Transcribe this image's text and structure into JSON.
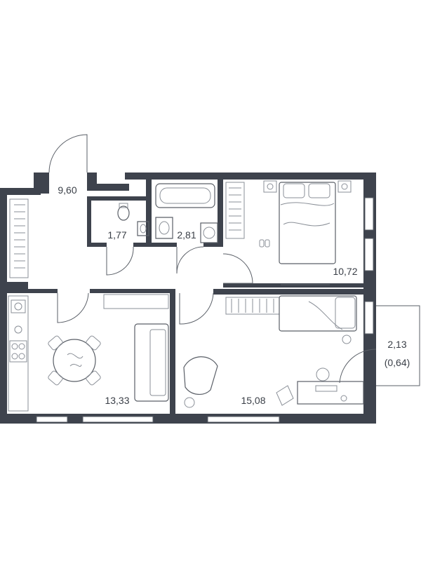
{
  "rooms": [
    {
      "id": "hall",
      "area": "9,60"
    },
    {
      "id": "wc",
      "area": "1,77"
    },
    {
      "id": "bathroom",
      "area": "2,81"
    },
    {
      "id": "bedroom",
      "area": "10,72"
    },
    {
      "id": "kitchen",
      "area": "13,33"
    },
    {
      "id": "living",
      "area": "15,08"
    },
    {
      "id": "balcony",
      "area": "2,13",
      "area_secondary": "(0,64)"
    }
  ],
  "colors": {
    "wall": "#3e434d",
    "line": "#5a5f67",
    "text": "#3a3f47"
  }
}
